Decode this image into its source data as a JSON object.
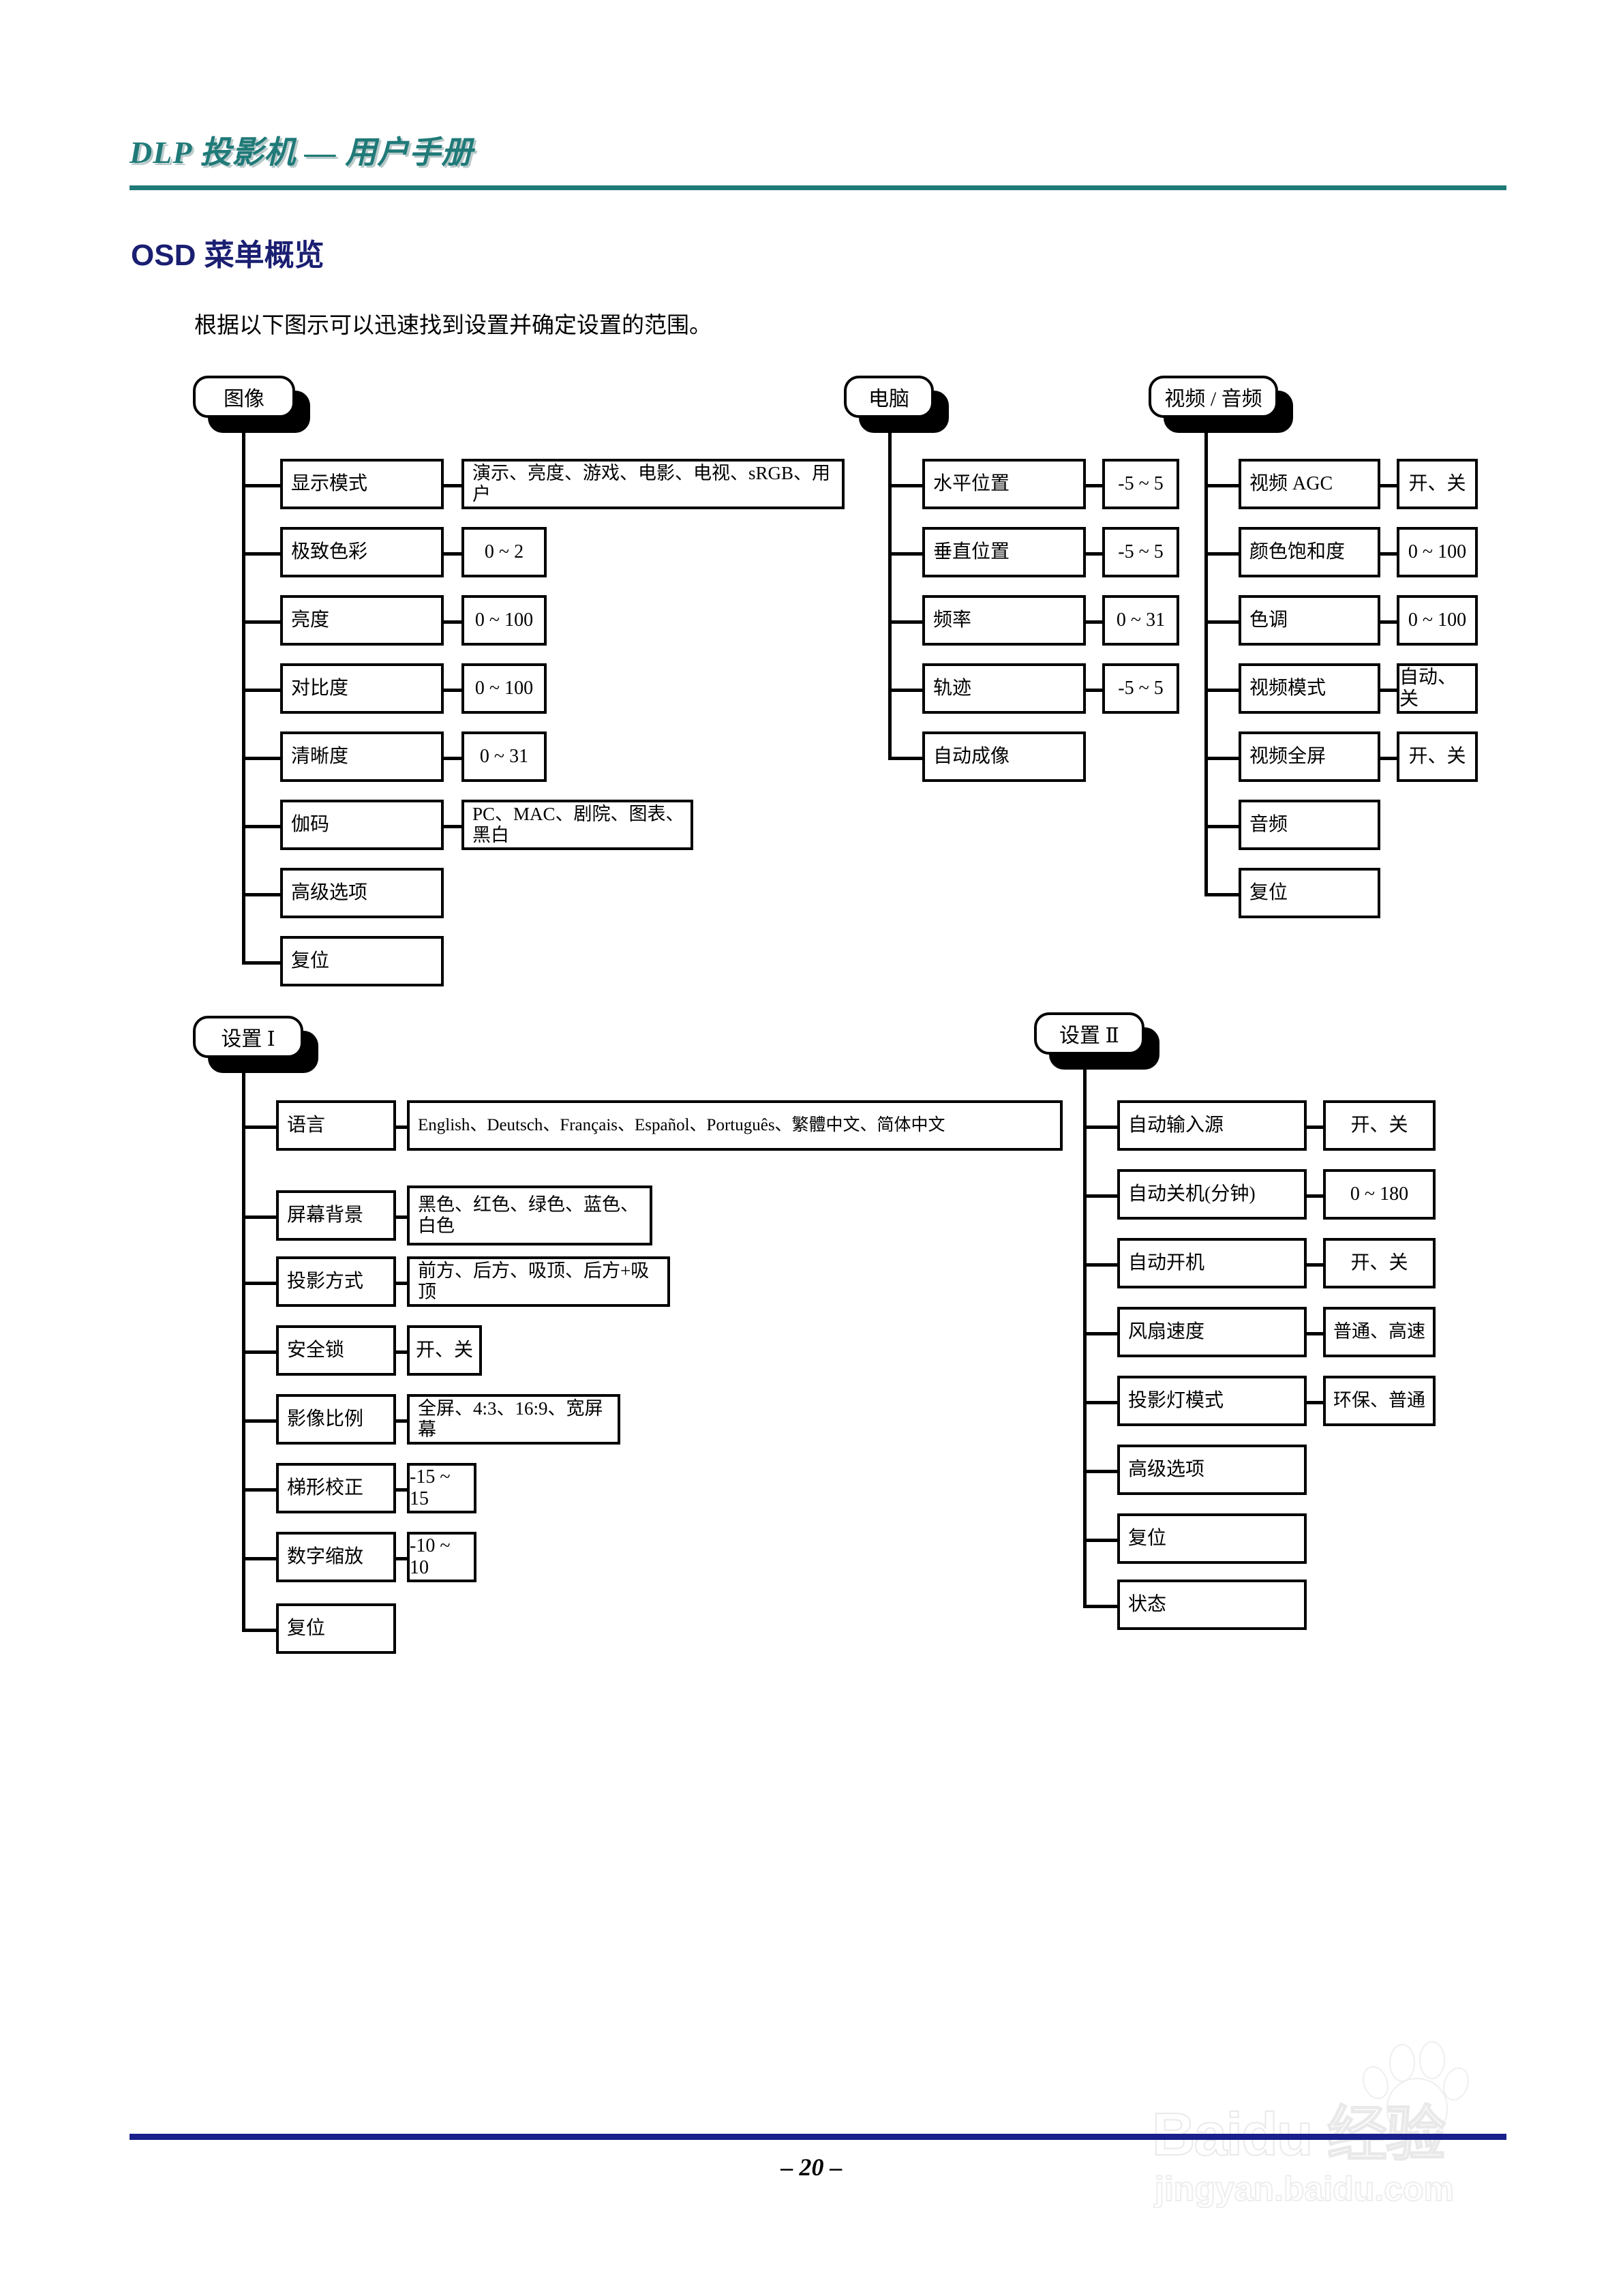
{
  "header": {
    "title": "DLP 投影机 — 用户手册"
  },
  "section": {
    "heading": "OSD 菜单概览",
    "intro": "根据以下图示可以迅速找到设置并确定设置的范围。"
  },
  "footer": {
    "page_number": "– 20 –",
    "watermark_main": "Baidu 经验",
    "watermark_sub": "jingyan.baidu.com"
  },
  "colors": {
    "header_teal": "#1f7a78",
    "heading_navy": "#1a1f71",
    "footer_blue": "#1a1f8c"
  },
  "diagram": {
    "groups": [
      {
        "id": "image",
        "root_label": "图像",
        "items": [
          {
            "label": "显示模式",
            "value": "演示、亮度、游戏、电影、电视、sRGB、用户"
          },
          {
            "label": "极致色彩",
            "value": "0 ~ 2"
          },
          {
            "label": "亮度",
            "value": "0 ~ 100"
          },
          {
            "label": "对比度",
            "value": "0 ~ 100"
          },
          {
            "label": "清晰度",
            "value": "0 ~ 31"
          },
          {
            "label": "伽码",
            "value": "PC、MAC、剧院、图表、黑白"
          },
          {
            "label": "高级选项",
            "value": ""
          },
          {
            "label": "复位",
            "value": ""
          }
        ]
      },
      {
        "id": "computer",
        "root_label": "电脑",
        "items": [
          {
            "label": "水平位置",
            "value": "-5 ~ 5"
          },
          {
            "label": "垂直位置",
            "value": "-5 ~ 5"
          },
          {
            "label": "频率",
            "value": "0 ~ 31"
          },
          {
            "label": "轨迹",
            "value": "-5 ~ 5"
          },
          {
            "label": "自动成像",
            "value": ""
          }
        ]
      },
      {
        "id": "video-audio",
        "root_label": "视频 / 音频",
        "items": [
          {
            "label": "视频 AGC",
            "value": "开、关"
          },
          {
            "label": "颜色饱和度",
            "value": "0 ~ 100"
          },
          {
            "label": "色调",
            "value": "0 ~ 100"
          },
          {
            "label": "视频模式",
            "value": "自动、关"
          },
          {
            "label": "视频全屏",
            "value": "开、关"
          },
          {
            "label": "音频",
            "value": ""
          },
          {
            "label": "复位",
            "value": ""
          }
        ]
      },
      {
        "id": "settings-1",
        "root_label": "设置 Ⅰ",
        "items": [
          {
            "label": "语言",
            "value": "English、Deutsch、Français、Español、Português、繁體中文、简体中文"
          },
          {
            "label": "屏幕背景",
            "value": "黑色、红色、绿色、蓝色、\n白色"
          },
          {
            "label": "投影方式",
            "value": "前方、后方、吸顶、后方+吸顶"
          },
          {
            "label": "安全锁",
            "value": "开、关"
          },
          {
            "label": "影像比例",
            "value": "全屏、4:3、16:9、宽屏幕"
          },
          {
            "label": "梯形校正",
            "value": "-15 ~ 15"
          },
          {
            "label": "数字缩放",
            "value": "-10 ~ 10"
          },
          {
            "label": "复位",
            "value": ""
          }
        ]
      },
      {
        "id": "settings-2",
        "root_label": "设置 Ⅱ",
        "items": [
          {
            "label": "自动输入源",
            "value": "开、关"
          },
          {
            "label": "自动关机(分钟)",
            "value": "0 ~ 180"
          },
          {
            "label": "自动开机",
            "value": "开、关"
          },
          {
            "label": "风扇速度",
            "value": "普通、高速"
          },
          {
            "label": "投影灯模式",
            "value": "环保、普通"
          },
          {
            "label": "高级选项",
            "value": ""
          },
          {
            "label": "复位",
            "value": ""
          },
          {
            "label": "状态",
            "value": ""
          }
        ]
      }
    ]
  }
}
